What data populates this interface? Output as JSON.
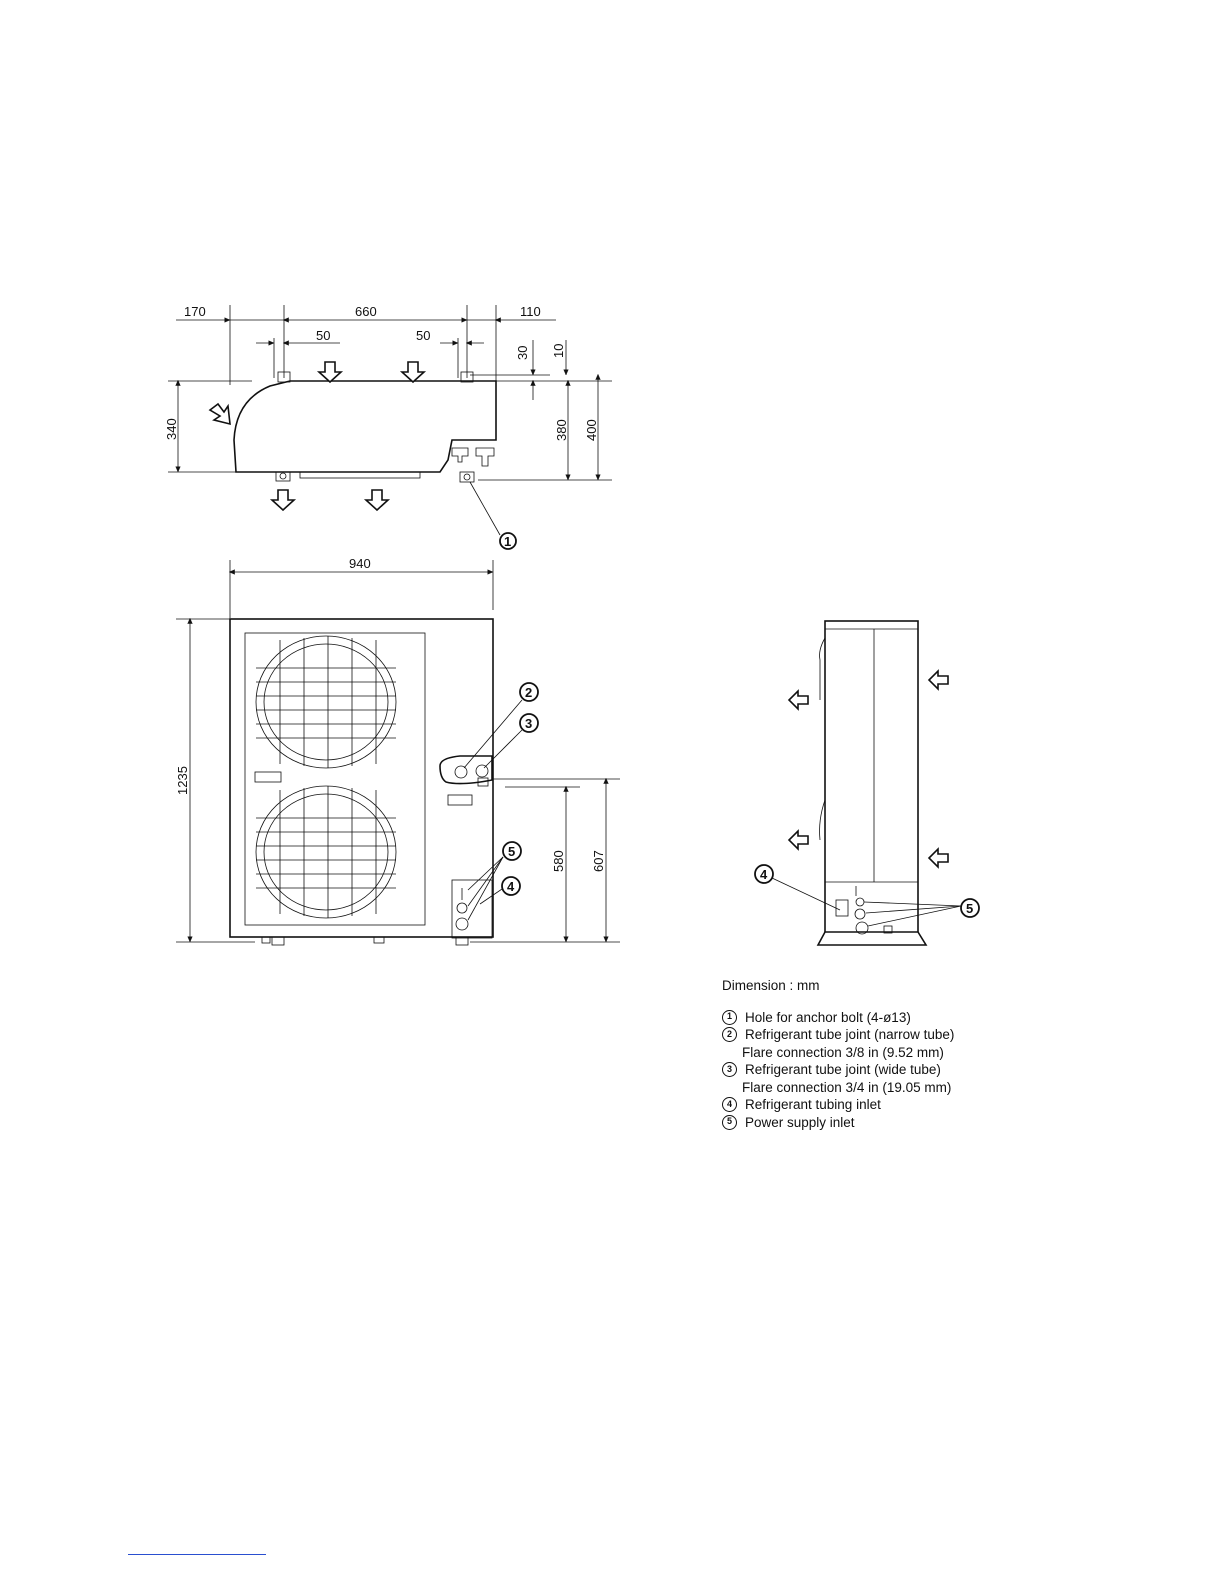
{
  "top_view": {
    "dims": {
      "left_offset": "170",
      "width_between": "660",
      "right_offset": "110",
      "spacing_left": "50",
      "spacing_right": "50",
      "gap_a": "30",
      "gap_b": "10",
      "height_left": "340",
      "height_mid": "380",
      "height_total": "400"
    },
    "callout": "1"
  },
  "front_view": {
    "dims": {
      "width": "940",
      "height": "1235",
      "height_a": "580",
      "height_b": "607"
    },
    "callouts": [
      "2",
      "3",
      "5",
      "4"
    ]
  },
  "side_view": {
    "callouts": [
      "4",
      "5"
    ]
  },
  "legend": {
    "title": "Dimension : mm",
    "items": [
      {
        "num": "1",
        "lines": [
          "Hole for anchor bolt (4-ø13)"
        ]
      },
      {
        "num": "2",
        "lines": [
          "Refrigerant tube joint (narrow tube)",
          "Flare connection 3/8 in (9.52 mm)"
        ]
      },
      {
        "num": "3",
        "lines": [
          "Refrigerant tube joint (wide tube)",
          "Flare connection 3/4 in (19.05 mm)"
        ]
      },
      {
        "num": "4",
        "lines": [
          "Refrigerant tubing inlet"
        ]
      },
      {
        "num": "5",
        "lines": [
          "Power supply inlet"
        ]
      }
    ]
  },
  "colors": {
    "line": "#111111",
    "link": "#2a4fd0"
  }
}
